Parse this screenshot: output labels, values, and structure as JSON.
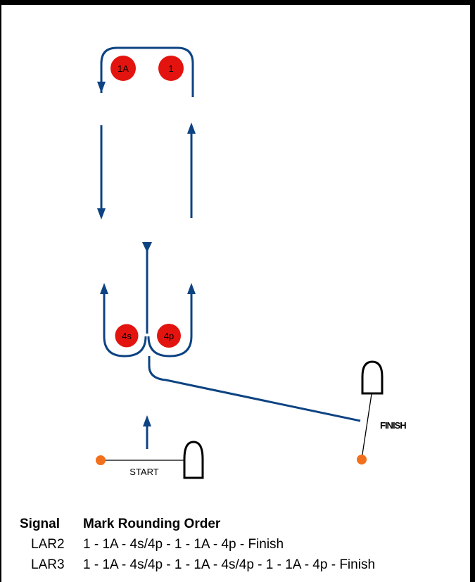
{
  "colors": {
    "course_line": "#0d4382",
    "mark_fill": "#e3140f",
    "pin_fill": "#f26f1b",
    "frame": "#000000"
  },
  "marks": [
    {
      "id": "1A",
      "label": "1A"
    },
    {
      "id": "1",
      "label": "1"
    },
    {
      "id": "4s",
      "label": "4s"
    },
    {
      "id": "4p",
      "label": "4p"
    }
  ],
  "start_label": "START",
  "finish_label": "FINISH",
  "table": {
    "headers": [
      "Signal",
      "Mark Rounding Order"
    ],
    "rows": [
      {
        "signal": "LAR2",
        "order": "1 - 1A - 4s/4p - 1 - 1A - 4p - Finish"
      },
      {
        "signal": "LAR3",
        "order": "1 - 1A - 4s/4p - 1 - 1A - 4s/4p - 1 - 1A - 4p - Finish"
      }
    ]
  }
}
